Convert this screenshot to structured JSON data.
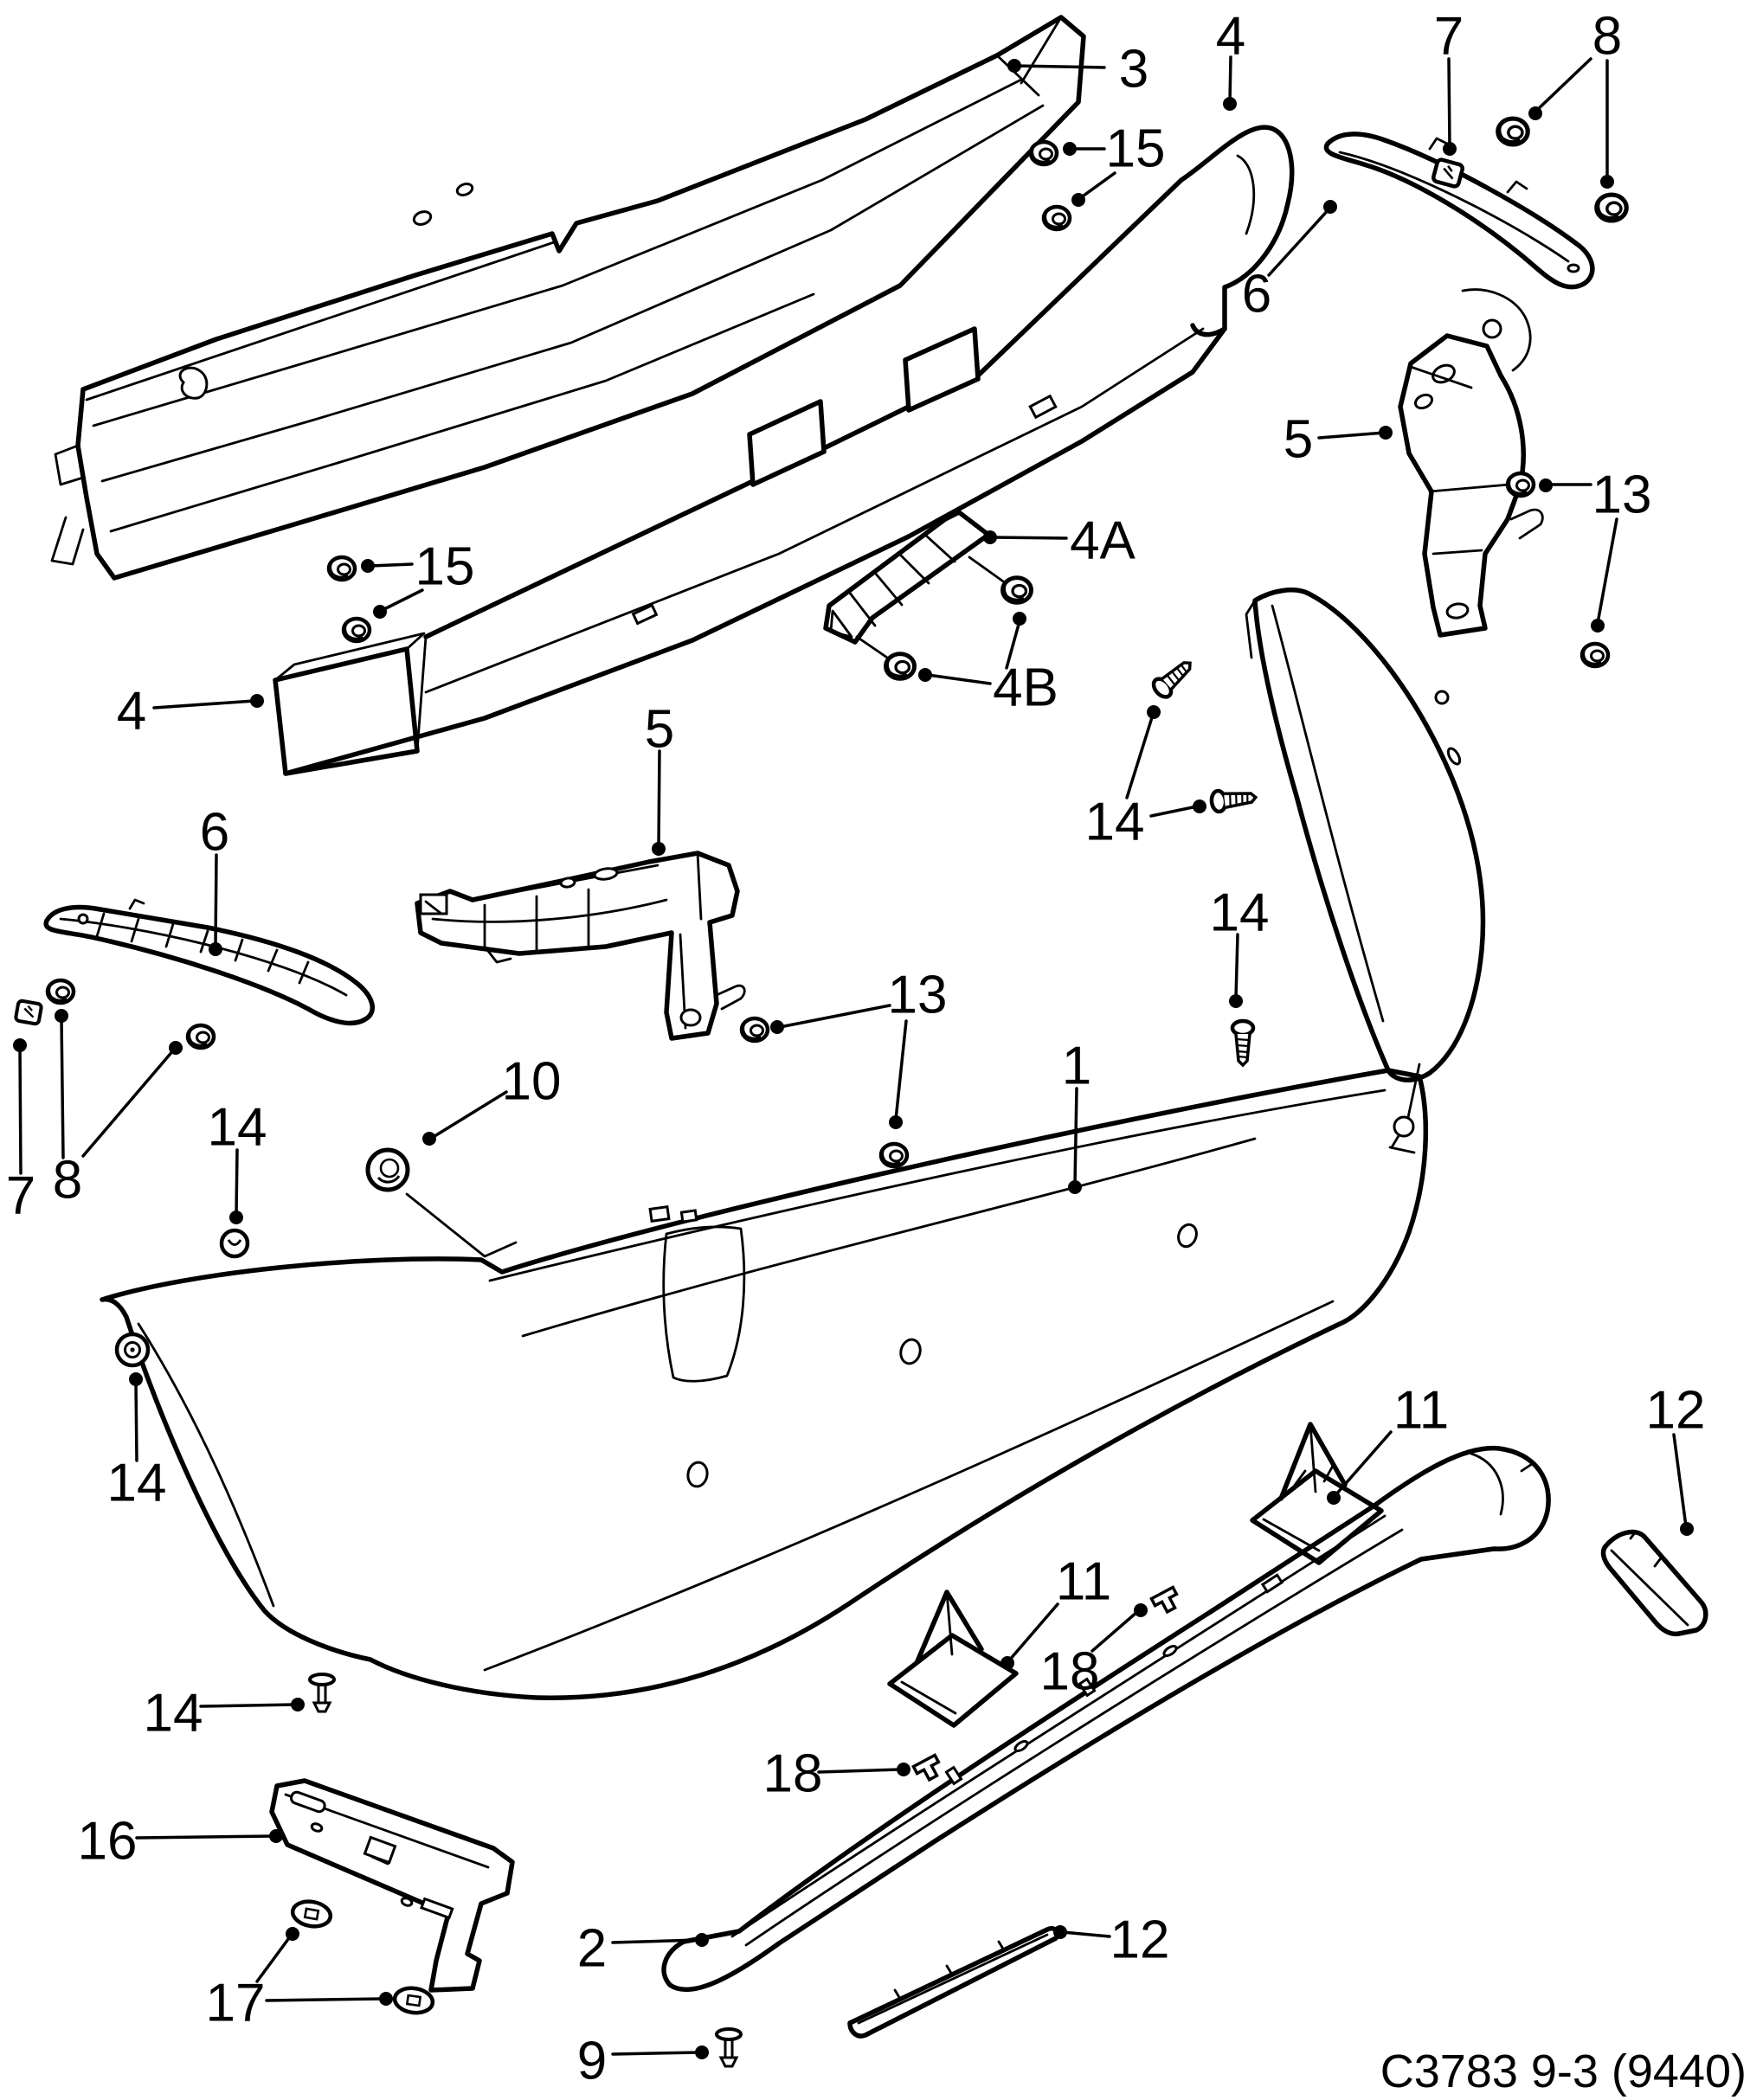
{
  "diagram": {
    "caption": {
      "text": "C3783 9-3 (9440)"
    },
    "colors": {
      "line": "#000000",
      "background": "#ffffff"
    },
    "callouts": {
      "c3": {
        "text": "3"
      },
      "c4_top": {
        "text": "4"
      },
      "c7_top": {
        "text": "7"
      },
      "c8_top": {
        "text": "8"
      },
      "c15_top": {
        "text": "15"
      },
      "c6_right": {
        "text": "6"
      },
      "c5_right": {
        "text": "5"
      },
      "c13_right": {
        "text": "13"
      },
      "c4a": {
        "text": "4A"
      },
      "c4b": {
        "text": "4B"
      },
      "c15_left": {
        "text": "15"
      },
      "c4_left": {
        "text": "4"
      },
      "c5_center": {
        "text": "5"
      },
      "c14_center_left": {
        "text": "14"
      },
      "c14_center_right": {
        "text": "14"
      },
      "c6_left": {
        "text": "6"
      },
      "c13_center": {
        "text": "13"
      },
      "c10": {
        "text": "10"
      },
      "c1": {
        "text": "1"
      },
      "c7_left": {
        "text": "7"
      },
      "c8_left": {
        "text": "8"
      },
      "c14_left_upper": {
        "text": "14"
      },
      "c14_left_mid": {
        "text": "14"
      },
      "c11_right": {
        "text": "11"
      },
      "c12_right": {
        "text": "12"
      },
      "c11_lower": {
        "text": "11"
      },
      "c18_right": {
        "text": "18"
      },
      "c18_left": {
        "text": "18"
      },
      "c14_bottom_left": {
        "text": "14"
      },
      "c16": {
        "text": "16"
      },
      "c17": {
        "text": "17"
      },
      "c2": {
        "text": "2"
      },
      "c12_bottom": {
        "text": "12"
      },
      "c9": {
        "text": "9"
      }
    }
  }
}
